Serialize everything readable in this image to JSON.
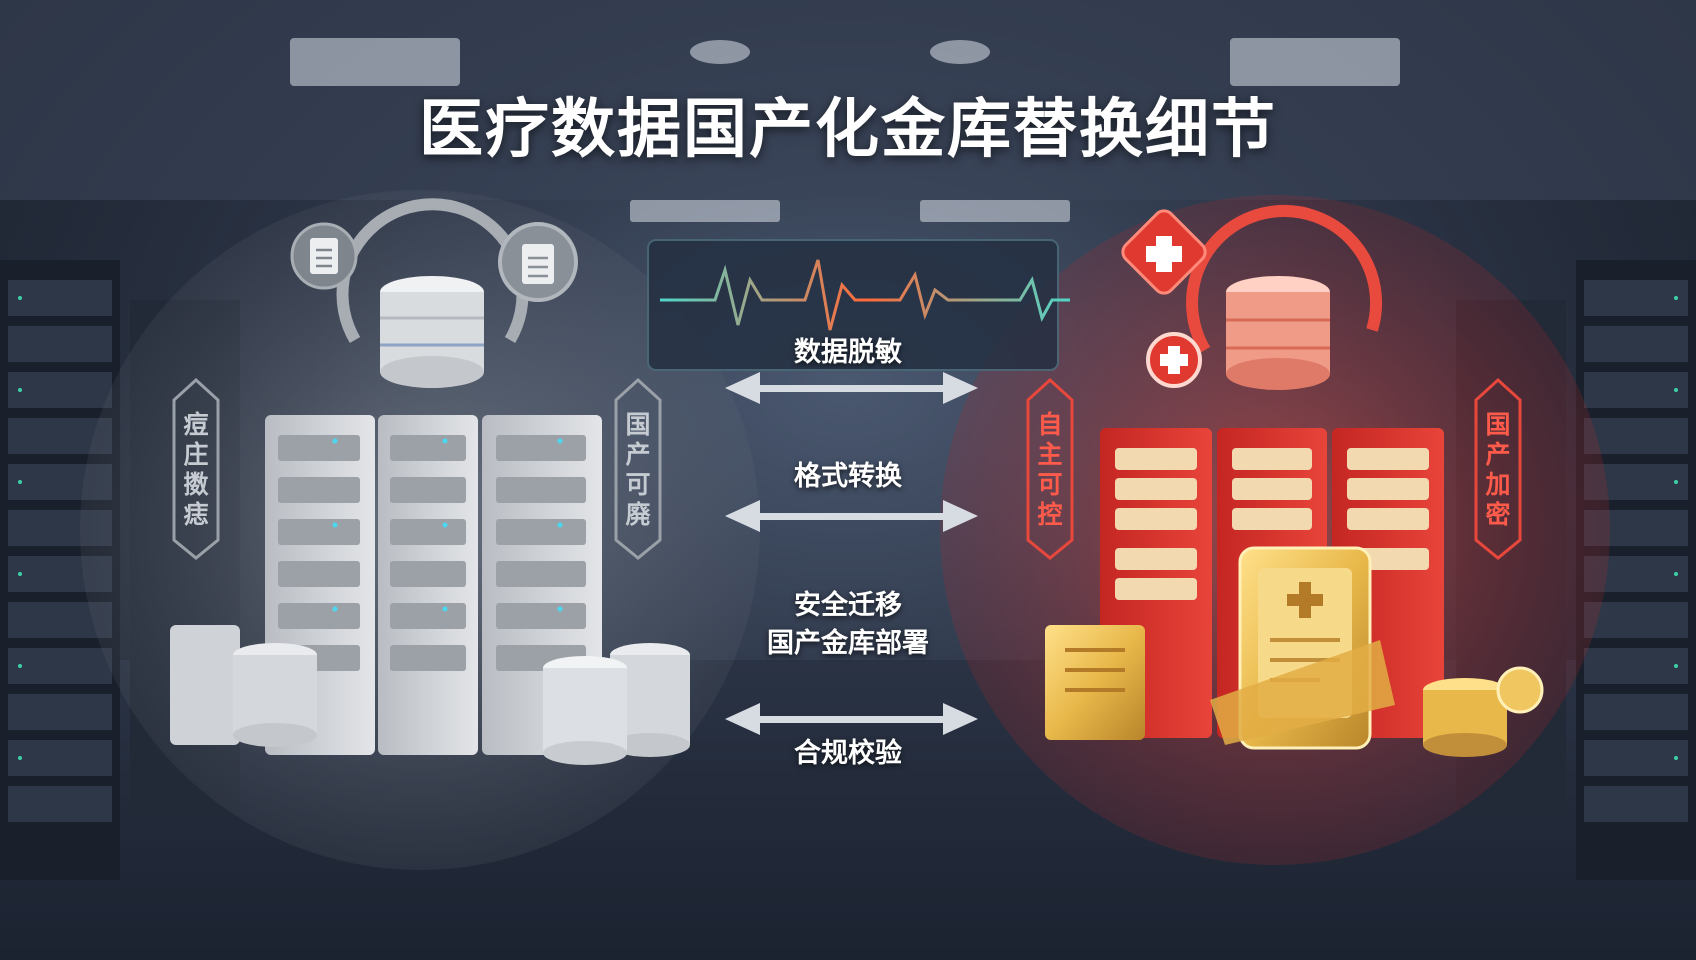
{
  "title": "医疗数据国产化金库替换细节",
  "steps": [
    {
      "label": "数据脱敏"
    },
    {
      "label": "格式转换"
    },
    {
      "label": "安全迁移",
      "label2": "国产金库部署"
    },
    {
      "label": "合规校验"
    }
  ],
  "left_tags": [
    {
      "text": "痘庄擞痣"
    },
    {
      "text": "国产可廃"
    }
  ],
  "right_tags": [
    {
      "text": "自主可控"
    },
    {
      "text": "国产加密"
    }
  ],
  "colors": {
    "legacy_gray": "#c8ccd2",
    "domestic_red": "#d9342b",
    "gold": "#e8b84a",
    "pulse_cyan": "#4fd6c8",
    "pulse_red": "#ff6a3a"
  }
}
